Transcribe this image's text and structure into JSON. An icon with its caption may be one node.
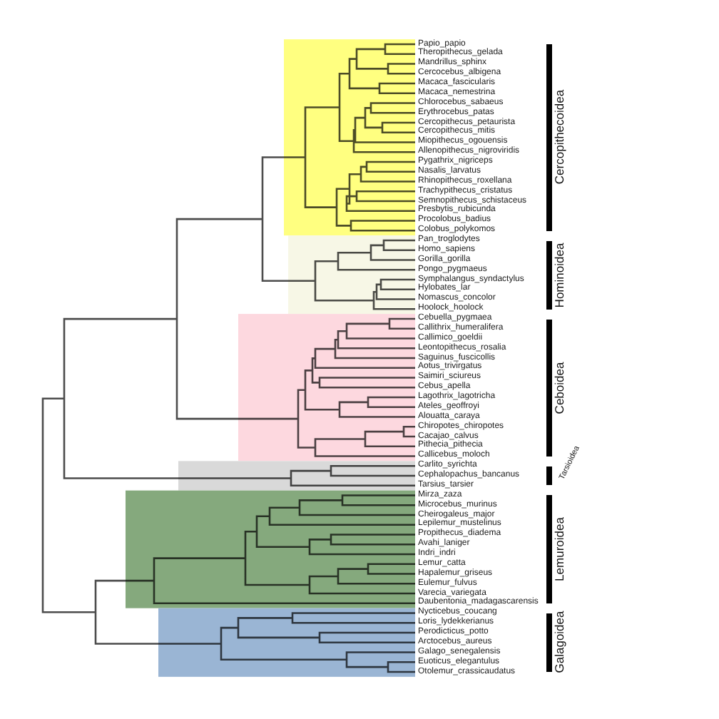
{
  "diagram": {
    "labels": [
      "Papio_papio",
      "Theropithecus_gelada",
      "Mandrillus_sphinx",
      "Cercocebus_albigena",
      "Macaca_fascicularis",
      "Macaca_nemestrina",
      "Chlorocebus_sabaeus",
      "Erythrocebus_patas",
      "Cercopithecus_petaurista",
      "Cercopithecus_mitis",
      "Miopithecus_ogouensis",
      "Allenopithecus_nigroviridis",
      "Pygathrix_nigriceps",
      "Nasalis_larvatus",
      "Rhinopithecus_roxellana",
      "Trachypithecus_cristatus",
      "Semnopithecus_schistaceus",
      "Presbytis_rubicunda",
      "Procolobus_badius",
      "Colobus_polykomos",
      "Cercopithecoidea",
      "Pan_troglodytes",
      "Homo_sapiens",
      "Gorilla_gorilla",
      "Pongo_pygmaeus",
      "Symphalangus_syndactylus",
      "Hylobates_lar",
      "Nomascus_concolor",
      "Hoolock_hoolock",
      "Hominoidea",
      "Cebuella_pygmaea",
      "Callithrix_humeralifera",
      "Callimico_goeldii",
      "Leontopithecus_rosalia",
      "Saguinus_fuscicollis",
      "Aotus_trivirgatus",
      "Saimiri_sciureus",
      "Cebus_apella",
      "Lagothrix_lagotricha",
      "Ateles_geoffroyi",
      "Alouatta_caraya",
      "Chiropotes_chiropotes",
      "Cacajao_calvus",
      "Pithecia_pithecia",
      "Callicebus_moloch",
      "Ceboidea",
      "Carlito_syrichta",
      "Cephalopachus_bancanus",
      "Tarsius_tarsier",
      "Tarsioidea",
      "Mirza_zaza",
      "Microcebus_murinus",
      "Cheirogaleus_major",
      "Lepilemur_mustelinus",
      "Propithecus_diadema",
      "Avahi_laniger",
      "Indri_indri",
      "Lemur_catta",
      "Hapalemur_griseus",
      "Eulemur_fulvus",
      "Varecia_variegata",
      "Daubentonia_madagascarensis",
      "Lemuroidea",
      "Nycticebus_coucang",
      "Loris_lydekkerianus",
      "Perodicticus_potto",
      "Arctocebus_aureus",
      "Galago_senegalensis",
      "Euoticus_elegantulus",
      "Otolemur_crassicaudatus",
      "Galagoidea"
    ]
  }
}
